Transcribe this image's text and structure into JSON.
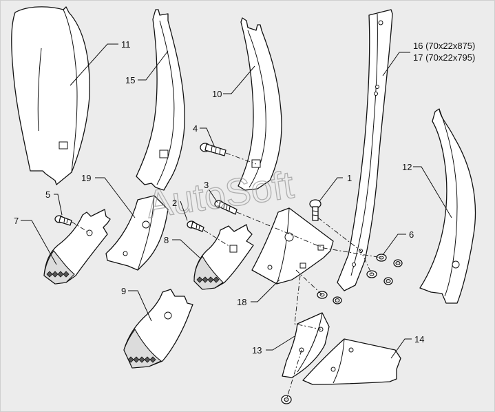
{
  "watermark": "AutoSoft",
  "callouts": {
    "c1": "1",
    "c2": "2",
    "c3": "3",
    "c4": "4",
    "c5": "5",
    "c6": "6",
    "c7": "7",
    "c8": "8",
    "c9": "9",
    "c10": "10",
    "c11": "11",
    "c12": "12",
    "c13": "13",
    "c14": "14",
    "c15": "15",
    "c16": "16 (70x22x875)",
    "c17": "17 (70x22x795)",
    "c18": "18",
    "c19": "19"
  }
}
